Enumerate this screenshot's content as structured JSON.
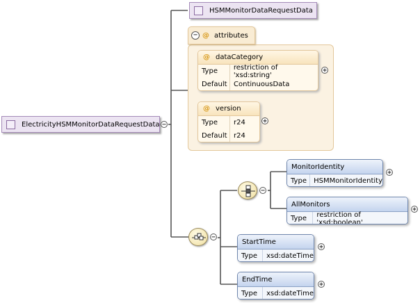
{
  "root": {
    "name": "ElectricityHSMMonitorDataRequestData"
  },
  "base_type": {
    "name": "HSMMonitorDataRequestData"
  },
  "attributes_group": {
    "label": "attributes",
    "at_symbol": "@"
  },
  "attributes": [
    {
      "name": "dataCategory",
      "type_label": "Type",
      "type": "restriction of 'xsd:string'",
      "default_label": "Default",
      "default": "ContinuousData"
    },
    {
      "name": "version",
      "type_label": "Type",
      "type": "r24",
      "default_label": "Default",
      "default": "r24"
    }
  ],
  "choice_elements": [
    {
      "name": "MonitorIdentity",
      "type_label": "Type",
      "type": "HSMMonitorIdentity"
    },
    {
      "name": "AllMonitors",
      "type_label": "Type",
      "type": "restriction of 'xsd:boolean'"
    }
  ],
  "sequence_elements": [
    {
      "name": "StartTime",
      "type_label": "Type",
      "type": "xsd:dateTime"
    },
    {
      "name": "EndTime",
      "type_label": "Type",
      "type": "xsd:dateTime"
    }
  ],
  "symbols": {
    "collapse": "−",
    "expand": "+"
  },
  "icons": {
    "complex_type": "square-icon",
    "sequence": "sequence-compositor-icon",
    "choice": "choice-compositor-icon"
  },
  "colors": {
    "type_box": "#ece4f2",
    "attribute_box": "#fff9ec",
    "element_header": "#c4d4ee",
    "line": "#555555"
  }
}
